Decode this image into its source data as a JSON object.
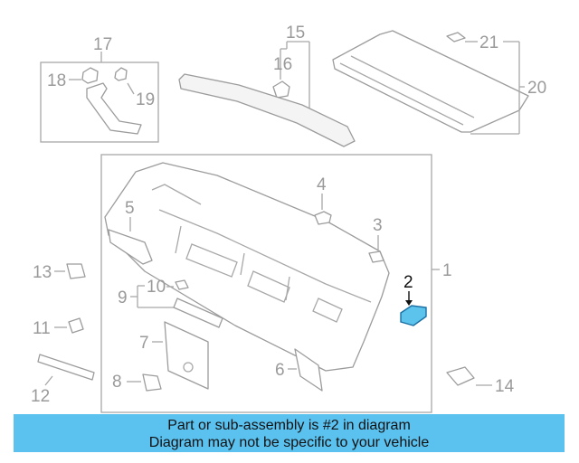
{
  "callouts": {
    "c1": "1",
    "c2": "2",
    "c3": "3",
    "c4": "4",
    "c5": "5",
    "c6": "6",
    "c7": "7",
    "c8": "8",
    "c9": "9",
    "c10": "10",
    "c11": "11",
    "c12": "12",
    "c13": "13",
    "c14": "14",
    "c15": "15",
    "c16": "16",
    "c17": "17",
    "c18": "18",
    "c19": "19",
    "c20": "20",
    "c21": "21"
  },
  "highlighted_part": "2",
  "colors": {
    "banner": "#5bc2f0",
    "highlight_part": "#5cc3ec",
    "line": "#a8a8a8",
    "callout_text": "#9a9a9a"
  },
  "banner": {
    "line1": "Part or sub-assembly is #2 in diagram",
    "line2": "Diagram may not be specific to your vehicle"
  }
}
